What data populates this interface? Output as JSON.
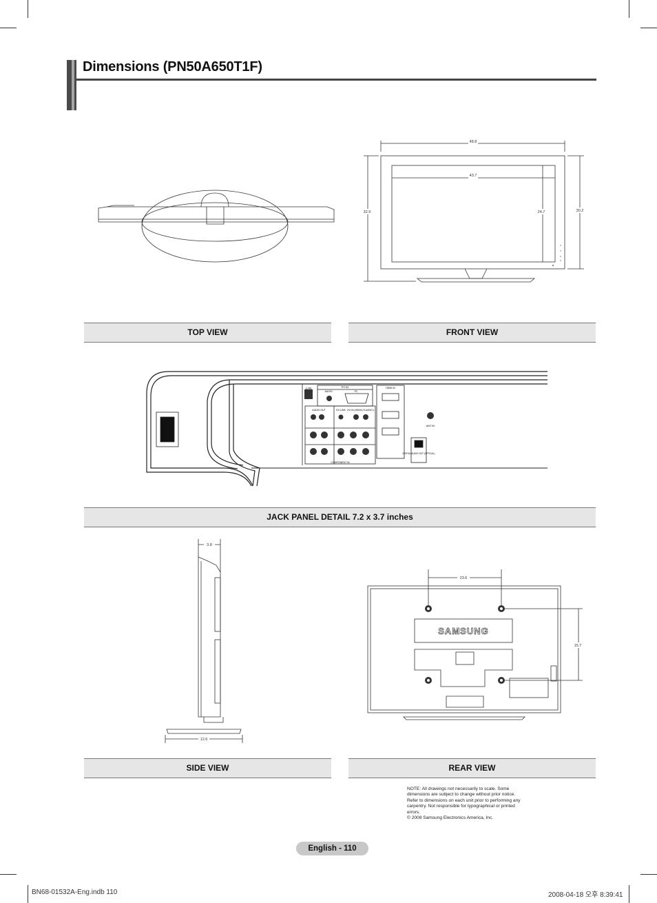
{
  "header": {
    "title": "Dimensions (PN50A650T1F)"
  },
  "views": {
    "top": "TOP VIEW",
    "front": "FRONT VIEW",
    "jack": "JACK PANEL DETAIL 7.2 x 3.7 inches",
    "side": "SIDE VIEW",
    "rear": "REAR VIEW"
  },
  "front_dims": {
    "width_overall": "48.8",
    "screen_width": "43.7",
    "height_overall": "32.9",
    "screen_height": "24.7",
    "height_no_stand": "30.2"
  },
  "side_dims": {
    "depth": "3.8",
    "stand_depth": "12.6"
  },
  "rear_dims": {
    "mount_horizontal": "23.6",
    "mount_vertical": "15.7",
    "brand": "SAMSUNG"
  },
  "jack_labels": {
    "lan": "LAN",
    "pc_in": "PC IN",
    "audio": "AUDIO",
    "pc": "PC",
    "audio_out": "AUDIO OUT",
    "ex_link": "EX-LINK",
    "dvi_in": "DVI IN (HDMI1) R-AUDIO-L",
    "hdmi_in": "HDMI IN",
    "component_in": "COMPONENT IN",
    "ant_in": "ANT IN",
    "digital_audio_out": "DIGITAL AUDIO OUT (OPTICAL)"
  },
  "note": "NOTE:  All drawings not necessarily to scale.  Some dimensions are subject to change without prior notice. Refer to dimensions on each unit prior to performing any carpentry.  Not responsible for typographical or printed errors.",
  "copyright": "© 2008 Samsung Electronics America, Inc.",
  "footer": {
    "page": "English - 110",
    "file": "BN68-01532A-Eng.indb   110",
    "datetime": "2008-04-18   오후 8:39:41"
  }
}
